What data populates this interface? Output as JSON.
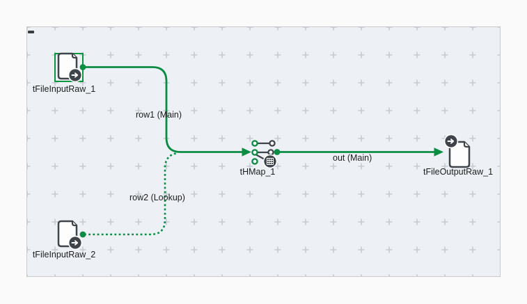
{
  "app": {
    "view": "job-design-canvas"
  },
  "canvas": {
    "background": "#edf1f5",
    "grid_cross_color": "#c5cbd4",
    "border_color": "#c9c9c9",
    "accent_green": "#0b8c43",
    "icon_dark": "#3f444a",
    "selection_color": "#0a9440",
    "dash_marker": ""
  },
  "components": [
    {
      "name": "tFileInputRaw_1",
      "type": "tFileInputRaw",
      "selected": true
    },
    {
      "name": "tFileInputRaw_2",
      "type": "tFileInputRaw",
      "selected": false
    },
    {
      "name": "tHMap_1",
      "type": "tHMap",
      "selected": false
    },
    {
      "name": "tFileOutputRaw_1",
      "type": "tFileOutputRaw",
      "selected": false
    }
  ],
  "connections": [
    {
      "label": "row1 (Main)",
      "from": "tFileInputRaw_1",
      "to": "tHMap_1",
      "style": "solid"
    },
    {
      "label": "row2 (Lookup)",
      "from": "tFileInputRaw_2",
      "to": "tHMap_1",
      "style": "dotted"
    },
    {
      "label": "out (Main)",
      "from": "tHMap_1",
      "to": "tFileOutputRaw_1",
      "style": "solid"
    }
  ]
}
